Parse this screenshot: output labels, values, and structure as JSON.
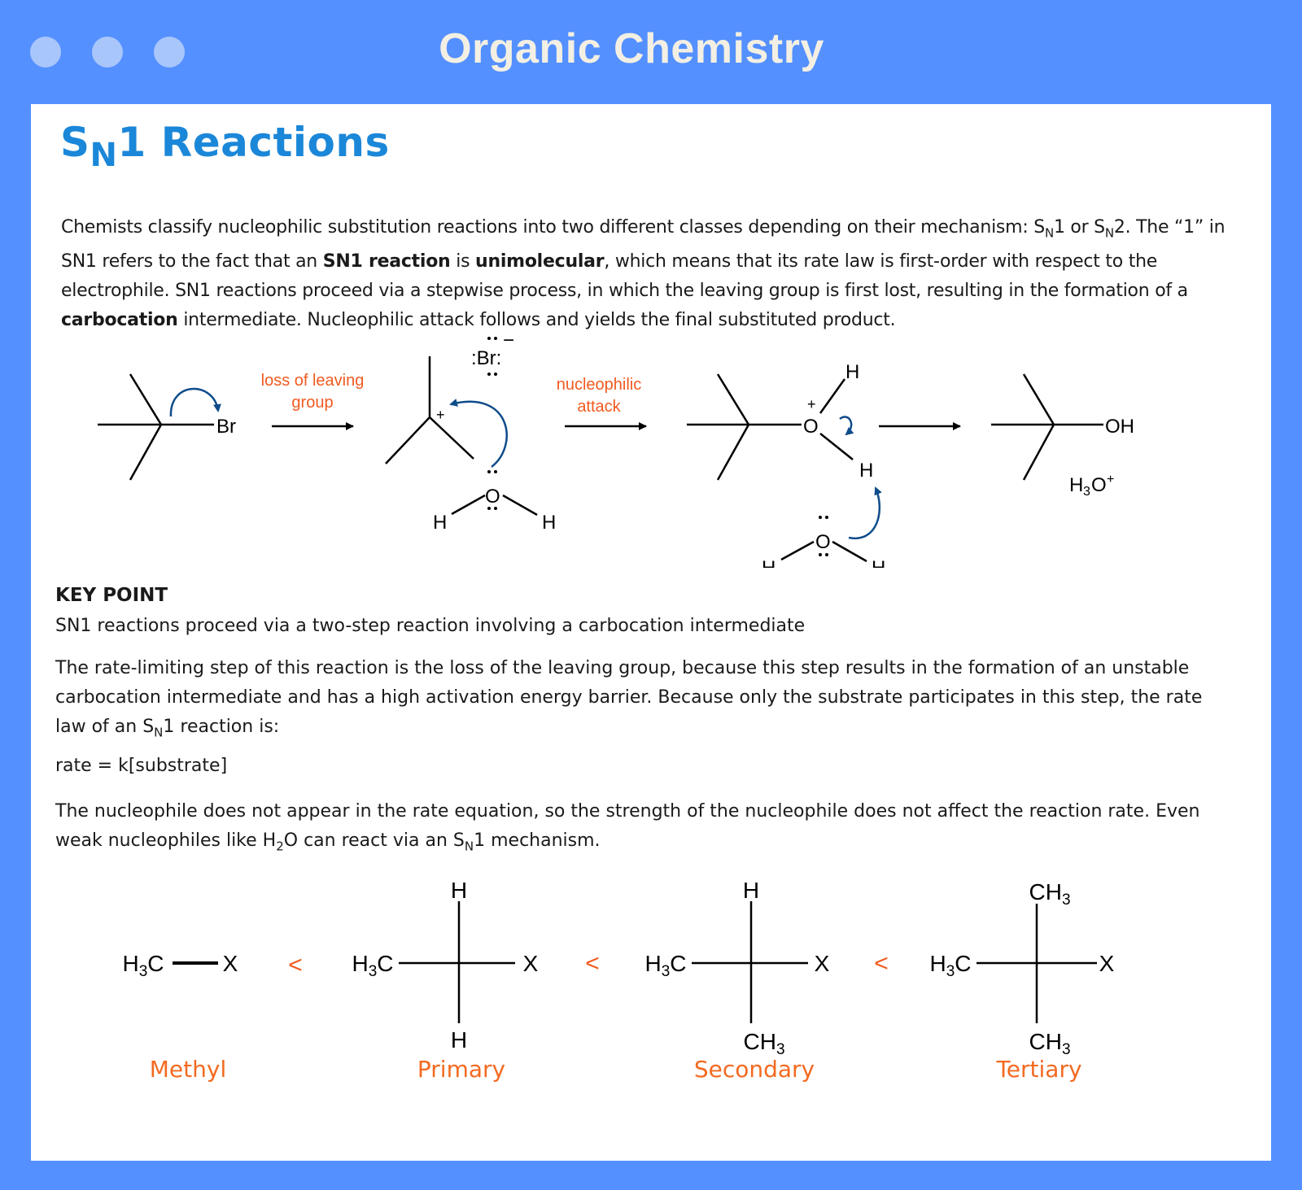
{
  "window": {
    "title": "Organic Chemistry"
  },
  "page": {
    "heading_main": "S",
    "heading_sub": "N",
    "heading_rest": "1 Reactions",
    "intro": {
      "part1": "Chemists classify nucleophilic substitution reactions into two different classes depending on their mechanism: S",
      "n1": "N",
      "part2": "1 or S",
      "n2": "N",
      "part3": "2. The “1” in SN1 refers to the fact that an ",
      "bold1": "SN1 reaction",
      "part4": " is ",
      "bold2": "unimolecular",
      "part5": ", which means that its rate law is first-order with respect to the electrophile. SN1 reactions proceed via a stepwise process, in which the leaving group is first lost, resulting in the formation of a ",
      "bold3": "carbocation",
      "part6": " intermediate. Nucleophilic attack follows and yields the final substituted product."
    },
    "mechanism": {
      "step1_label_line1": "loss of leaving",
      "step1_label_line2": "group",
      "step2_label_line1": "nucleophilic",
      "step2_label_line2": "attack",
      "atoms": {
        "br": "Br",
        "br_ion": ":Br:",
        "o": "O",
        "h": "H",
        "oh": "OH",
        "plus": "+",
        "minus": "−",
        "h3o_h": "H",
        "h3o_3": "3",
        "h3o_o": "O",
        "h3o_plus": "+"
      }
    },
    "key_point": {
      "title": "KEY POINT",
      "text": "SN1 reactions proceed via a two-step reaction involving a carbocation intermediate"
    },
    "rate_paragraph": {
      "text": "The rate-limiting step of this reaction is the loss of the leaving group, because this step results in the formation of an unstable carbocation intermediate and has a high activation energy barrier. Because only the substrate participates in this step, the rate law of an S",
      "sub": "N",
      "tail": "1 reaction is:"
    },
    "rate_law": "rate = k[substrate]",
    "nucleophile_paragraph": {
      "part1": "The nucleophile does not appear in the rate equation, so the strength of the nucleophile does not affect the reaction rate. Even weak nucleophiles like H",
      "sub1": "2",
      "part2": "O can react via an S",
      "sub2": "N",
      "part3": "1 mechanism."
    },
    "reactivity": {
      "less_than": "<",
      "structures": [
        {
          "label": "Methyl",
          "left": "H3C",
          "right": "X"
        },
        {
          "label": "Primary",
          "left": "H3C",
          "right": "X",
          "top": "H",
          "bottom": "H"
        },
        {
          "label": "Secondary",
          "left": "H3C",
          "right": "X",
          "top": "H",
          "bottom": "CH3"
        },
        {
          "label": "Tertiary",
          "left": "H3C",
          "right": "X",
          "top": "CH3",
          "bottom": "CH3"
        }
      ]
    }
  },
  "colors": {
    "frame": "#5490ff",
    "heading": "#1b87d9",
    "accent_orange": "#f15a1f",
    "arrow_blue": "#0f4c8a"
  }
}
